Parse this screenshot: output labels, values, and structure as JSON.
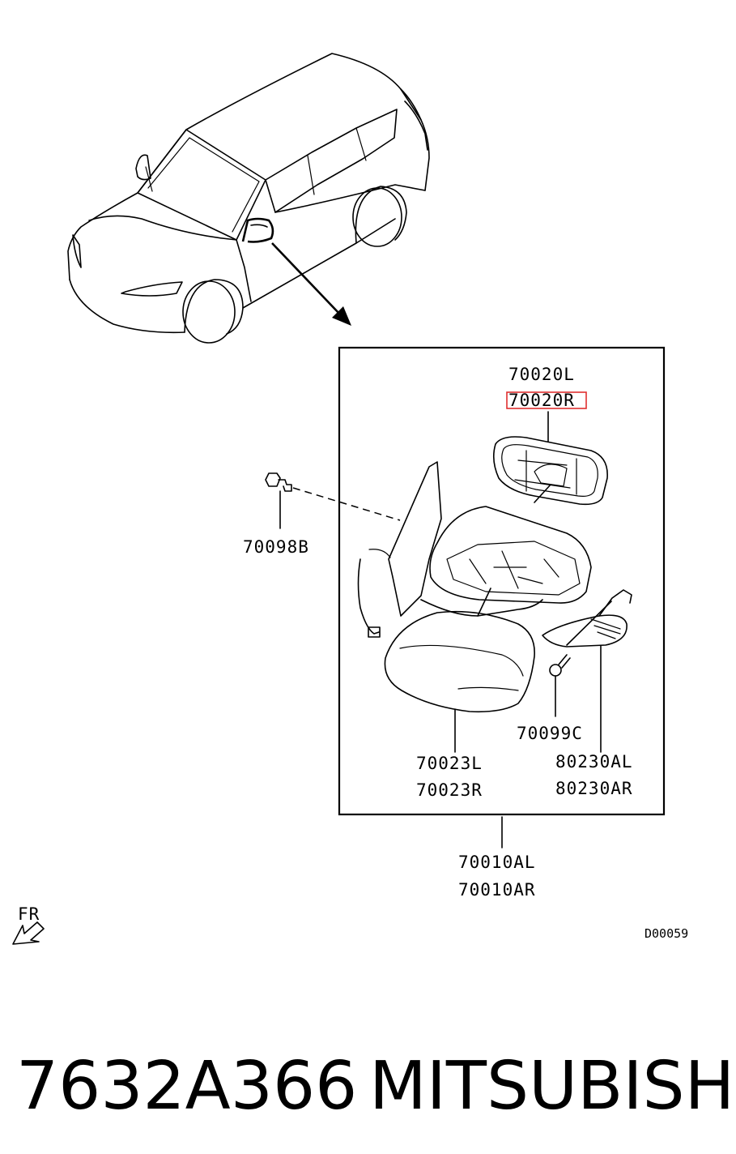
{
  "colors": {
    "line": "#000000",
    "highlight": "#e03030",
    "background": "#ffffff"
  },
  "callouts": {
    "mirror_glass_left": "70020L",
    "mirror_glass_right": "70020R",
    "bolt": "70098B",
    "screw": "70099C",
    "cover_left": "70023L",
    "cover_right": "70023R",
    "turn_lamp_left": "80230AL",
    "turn_lamp_right": "80230AR",
    "assembly_left": "70010AL",
    "assembly_right": "70010AR"
  },
  "direction_label": "FR",
  "direction_icon": "front-arrow-icon",
  "diagram_code": "D00059",
  "part_number": "7632A366",
  "brand": "MITSUBISHI"
}
